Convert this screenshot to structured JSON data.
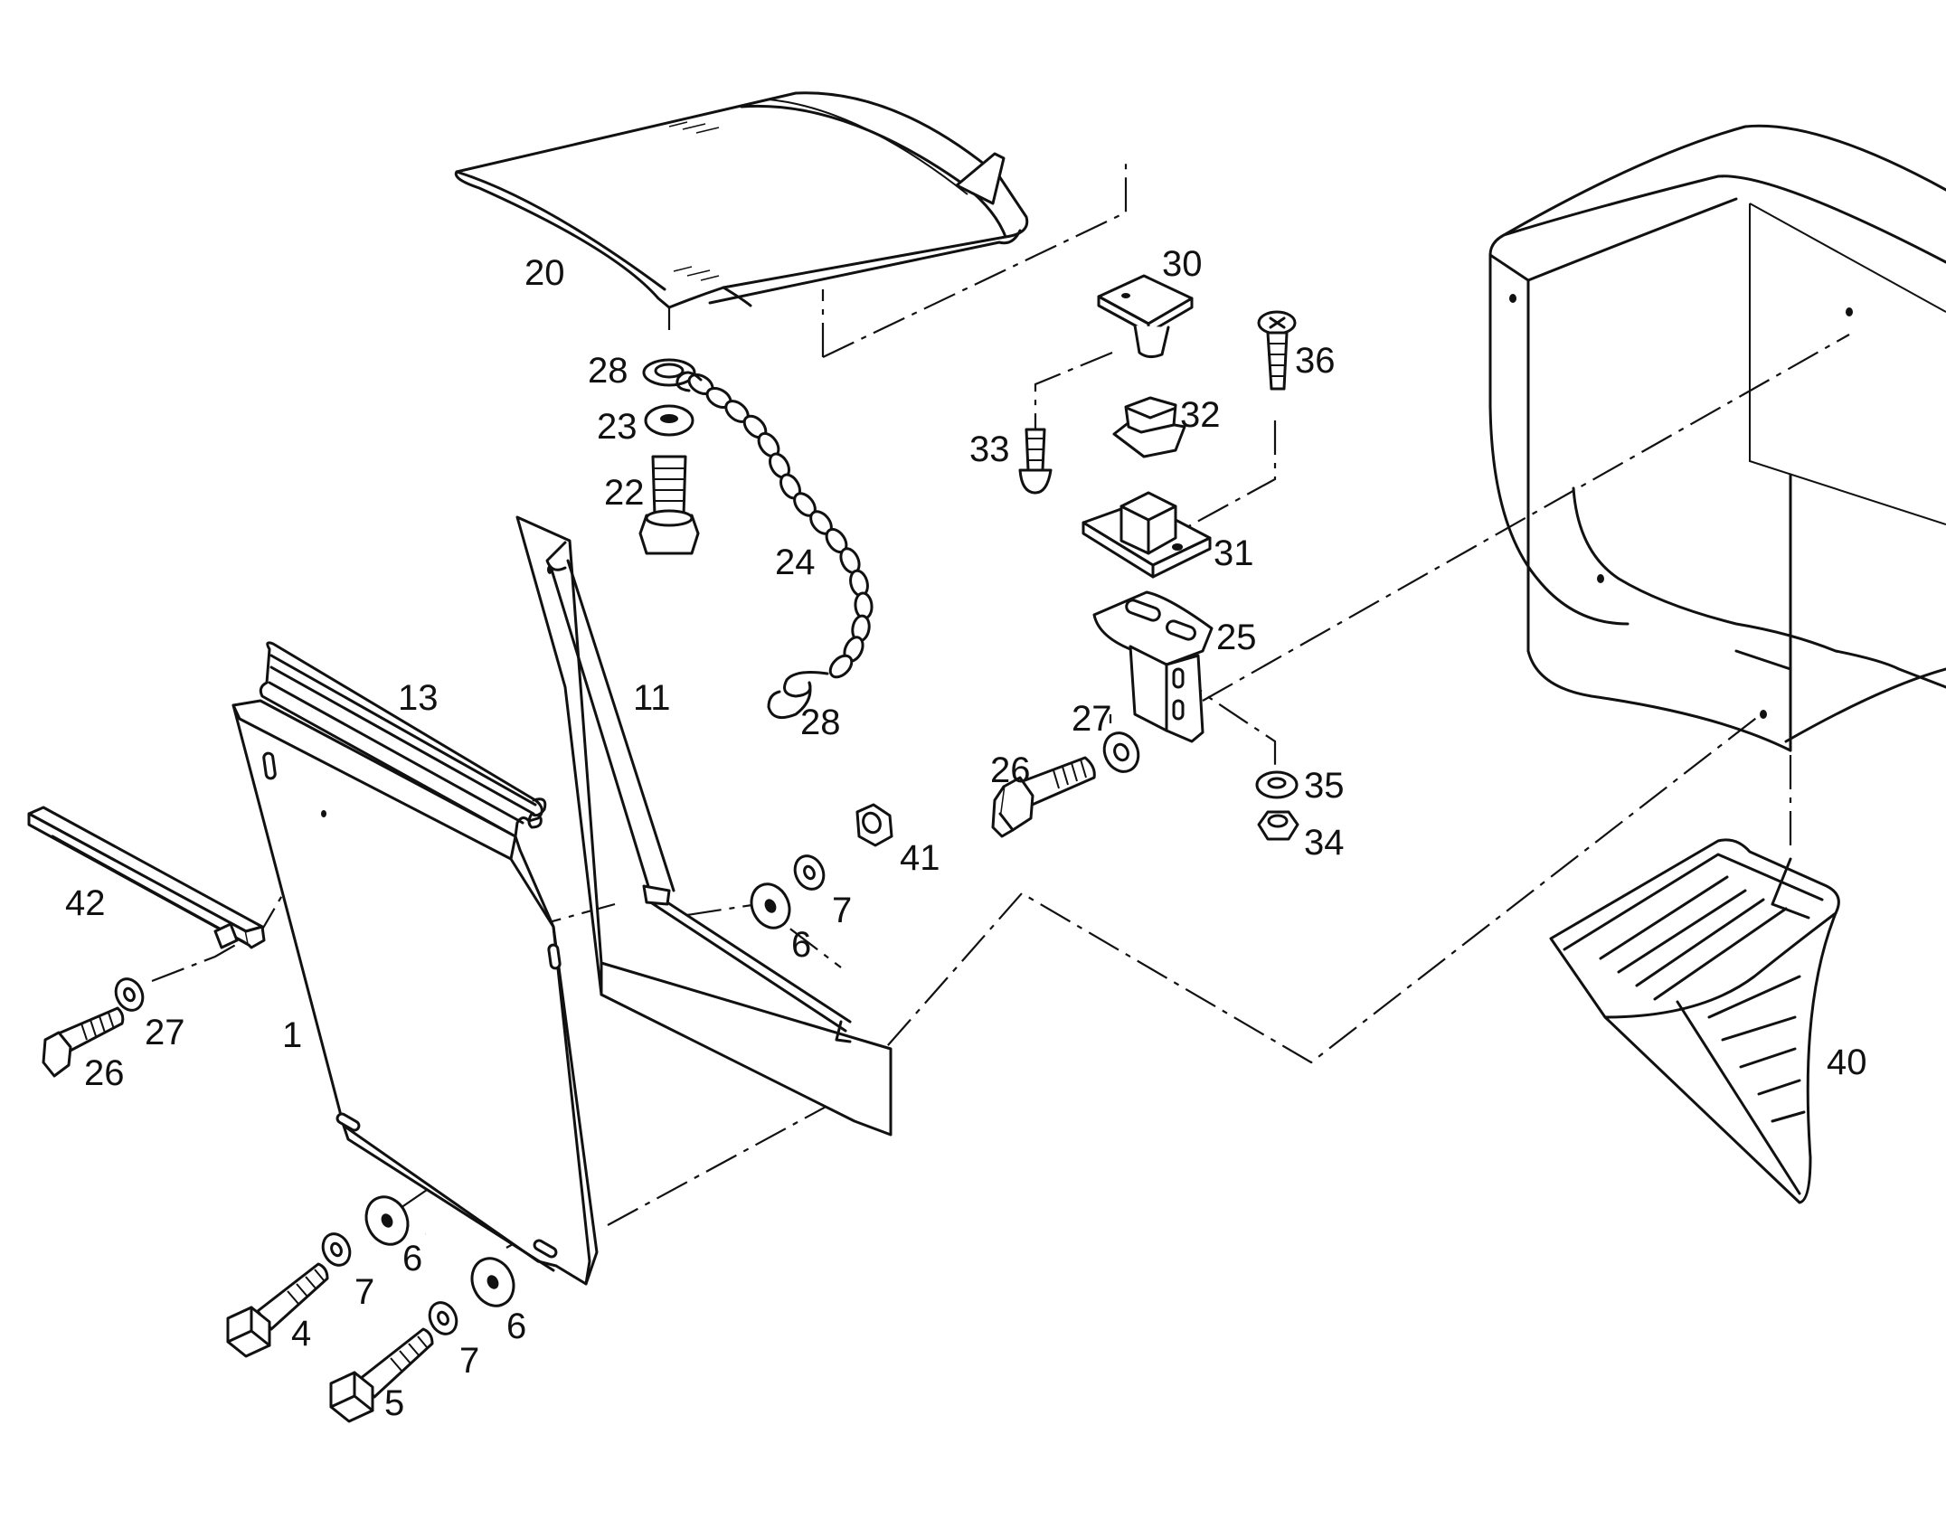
{
  "callouts": [
    {
      "id": "c1",
      "text": "1"
    },
    {
      "id": "c4",
      "text": "4"
    },
    {
      "id": "c5",
      "text": "5"
    },
    {
      "id": "c6a",
      "text": "6"
    },
    {
      "id": "c6b",
      "text": "6"
    },
    {
      "id": "c6c",
      "text": "6"
    },
    {
      "id": "c7a",
      "text": "7"
    },
    {
      "id": "c7b",
      "text": "7"
    },
    {
      "id": "c7c",
      "text": "7"
    },
    {
      "id": "c11",
      "text": "11"
    },
    {
      "id": "c13",
      "text": "13"
    },
    {
      "id": "c20",
      "text": "20"
    },
    {
      "id": "c22",
      "text": "22"
    },
    {
      "id": "c23",
      "text": "23"
    },
    {
      "id": "c24",
      "text": "24"
    },
    {
      "id": "c25",
      "text": "25"
    },
    {
      "id": "c26a",
      "text": "26"
    },
    {
      "id": "c26b",
      "text": "26"
    },
    {
      "id": "c27a",
      "text": "27"
    },
    {
      "id": "c27b",
      "text": "27"
    },
    {
      "id": "c28a",
      "text": "28"
    },
    {
      "id": "c28b",
      "text": "28"
    },
    {
      "id": "c30",
      "text": "30"
    },
    {
      "id": "c31",
      "text": "31"
    },
    {
      "id": "c32",
      "text": "32"
    },
    {
      "id": "c33",
      "text": "33"
    },
    {
      "id": "c34",
      "text": "34"
    },
    {
      "id": "c35",
      "text": "35"
    },
    {
      "id": "c36",
      "text": "36"
    },
    {
      "id": "c40",
      "text": "40"
    },
    {
      "id": "c41",
      "text": "41"
    },
    {
      "id": "c42",
      "text": "42"
    }
  ]
}
